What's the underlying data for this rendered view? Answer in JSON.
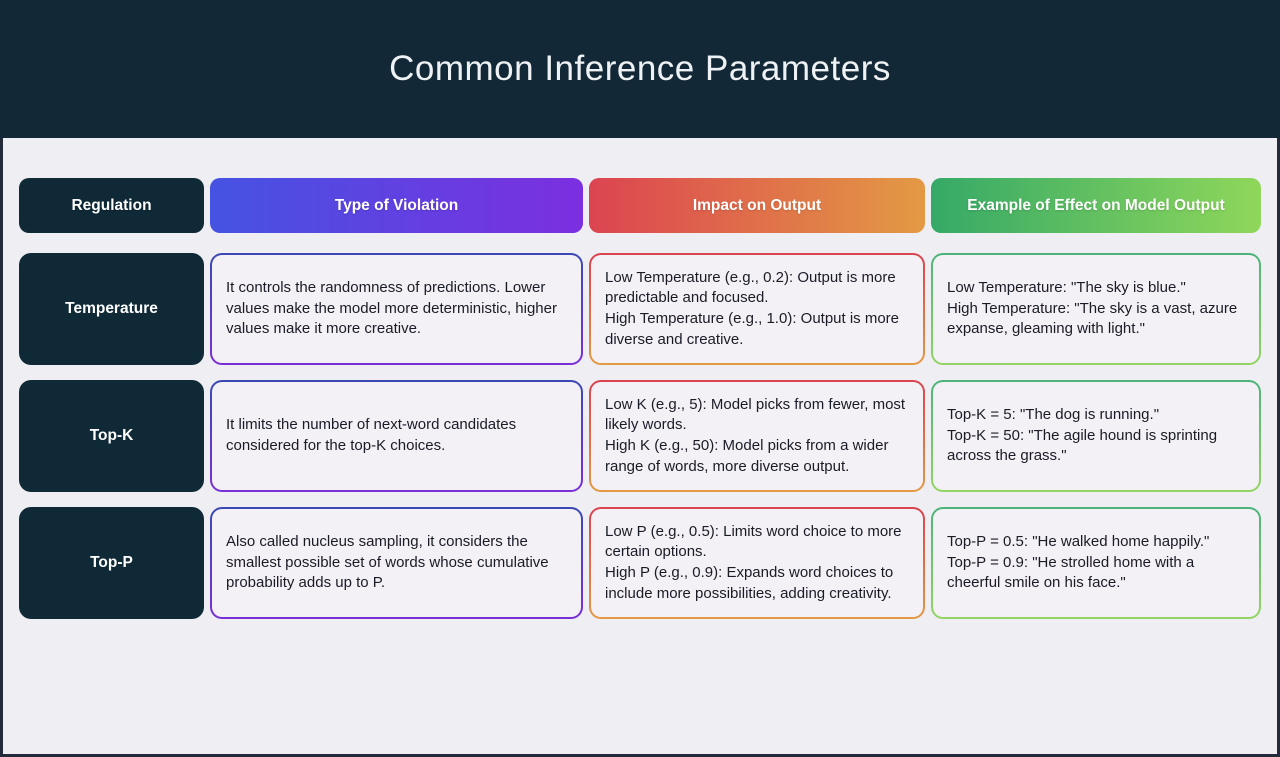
{
  "title": "Common Inference Parameters",
  "colors": {
    "title_band": "#132836",
    "dark_cell": "#0f2937",
    "page_background": "#efeef3",
    "cell_background": "#f3f1f6",
    "description_border": [
      "#3a49b4",
      "#7a2fd8"
    ],
    "impact_border": [
      "#d8434f",
      "#e49a44"
    ],
    "example_border": [
      "#4cb47a",
      "#93d563"
    ]
  },
  "table": {
    "headers": [
      {
        "label": "Regulation"
      },
      {
        "label": "Type of Violation",
        "gradient": [
          "#4553e2",
          "#7c2fe0"
        ]
      },
      {
        "label": "Impact on Output",
        "gradient": [
          "#dc4450",
          "#e39a44"
        ]
      },
      {
        "label": "Example of Effect on Model Output",
        "gradient": [
          "#35a967",
          "#8fd75a"
        ]
      }
    ],
    "rows": [
      {
        "name": "Temperature",
        "description": "It controls the randomness of predictions. Lower values make the model more deterministic, higher values make it more creative.",
        "impact": "Low Temperature (e.g., 0.2): Output is more predictable and focused.\nHigh Temperature (e.g., 1.0): Output is more diverse and creative.",
        "example": "Low Temperature: \"The sky is blue.\"\nHigh Temperature: \"The sky is a vast, azure expanse, gleaming with light.\""
      },
      {
        "name": "Top-K",
        "description": "It limits the number of next-word candidates considered for the top-K choices.",
        "impact": "Low K (e.g., 5): Model picks from fewer, most likely words.\nHigh K (e.g., 50): Model picks from a wider range of words, more diverse output.",
        "example": "Top-K = 5: \"The dog is running.\"\nTop-K = 50: \"The agile hound is sprinting across the grass.\""
      },
      {
        "name": "Top-P",
        "description": "Also called nucleus sampling, it considers the smallest possible set of words whose cumulative probability adds up to P.",
        "impact": "Low P (e.g., 0.5): Limits word choice to more certain options.\nHigh P (e.g., 0.9): Expands word choices to include more possibilities, adding creativity.",
        "example": "Top-P = 0.5: \"He walked home happily.\"\nTop-P = 0.9: \"He strolled home with a cheerful smile on his face.\""
      }
    ]
  }
}
